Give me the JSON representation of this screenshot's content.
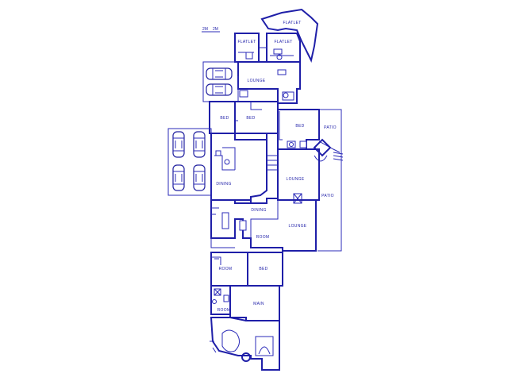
{
  "scale": {
    "a": "2M",
    "b": "2M"
  },
  "rooms": {
    "flatlet_top": "FLATLET",
    "flatlet_left": "FLATLET",
    "flatlet_mid": "FLATLET",
    "lounge_top": "LOUNGE",
    "bed_1": "BED",
    "bed_2": "BED",
    "bed_3": "BED",
    "patio_1": "PATIO",
    "lounge_mid": "LOUNGE",
    "patio_2": "PATIO",
    "dining_1": "DINING",
    "dining_2": "DINING",
    "lounge_main": "LOUNGE",
    "room_1": "ROOM",
    "room_2": "ROOM",
    "bed_4": "BED",
    "main": "MAIN",
    "room_3": "ROOM"
  },
  "colors": {
    "line": "#1f1fa8",
    "background": "#ffffff"
  }
}
